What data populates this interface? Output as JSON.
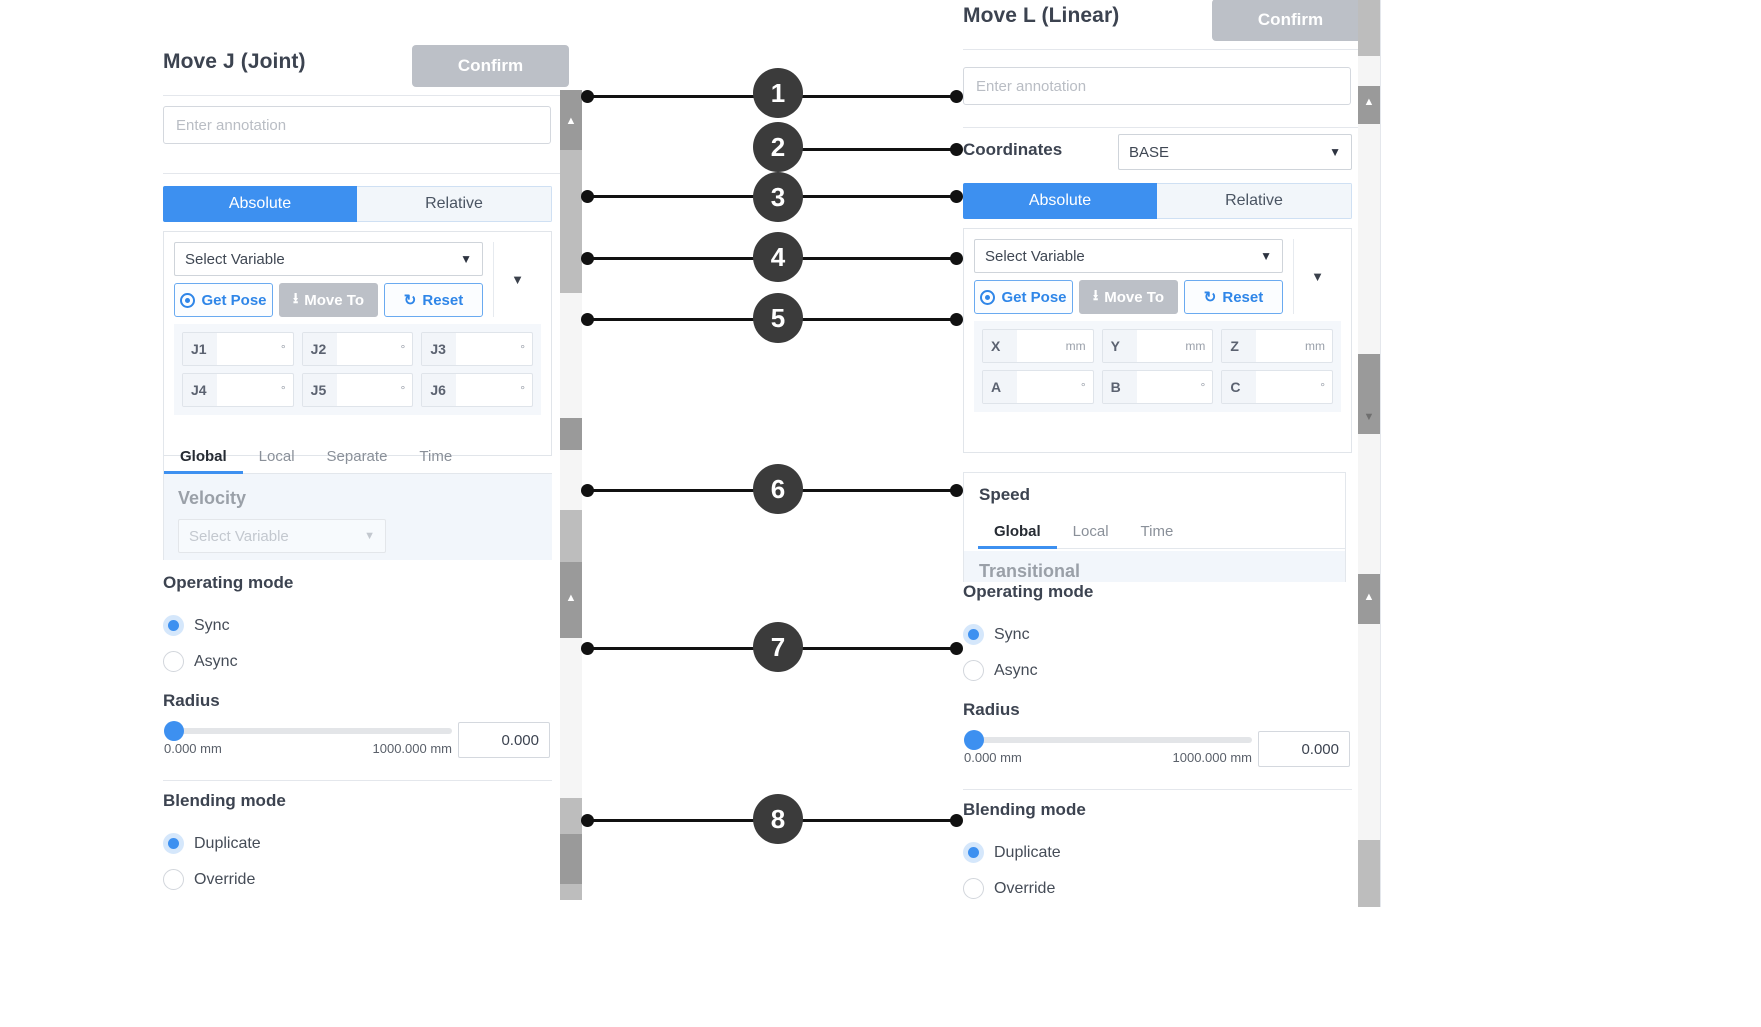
{
  "left_panel": {
    "title": "Move J (Joint)",
    "confirm_label": "Confirm",
    "annotation_placeholder": "Enter annotation",
    "mode_tabs": {
      "absolute": "Absolute",
      "relative": "Relative"
    },
    "variable_select": {
      "value": "Select Variable",
      "caret": "chevron-down-icon"
    },
    "buttons": {
      "get_pose": "Get Pose",
      "move_to": "Move To",
      "reset": "Reset"
    },
    "joint_fields": [
      {
        "label": "J1",
        "value": "",
        "unit": "°"
      },
      {
        "label": "J2",
        "value": "",
        "unit": "°"
      },
      {
        "label": "J3",
        "value": "",
        "unit": "°"
      },
      {
        "label": "J4",
        "value": "",
        "unit": "°"
      },
      {
        "label": "J5",
        "value": "",
        "unit": "°"
      },
      {
        "label": "J6",
        "value": "",
        "unit": "°"
      }
    ],
    "speed_tabs": [
      "Global",
      "Local",
      "Separate",
      "Time"
    ],
    "speed_active_tab": "Global",
    "velocity_title": "Velocity",
    "velocity_select": "Select Variable",
    "operating_mode": {
      "heading": "Operating mode",
      "options": [
        "Sync",
        "Async"
      ],
      "selected": "Sync"
    },
    "radius": {
      "heading": "Radius",
      "min_label": "0.000 mm",
      "max_label": "1000.000 mm",
      "value": "0.000"
    },
    "blending_mode": {
      "heading": "Blending mode",
      "options": [
        "Duplicate",
        "Override"
      ],
      "selected": "Duplicate"
    }
  },
  "right_panel": {
    "title": "Move L (Linear)",
    "confirm_label": "Confirm",
    "annotation_placeholder": "Enter annotation",
    "coordinates": {
      "label": "Coordinates",
      "value": "BASE",
      "caret": "chevron-down-icon"
    },
    "mode_tabs": {
      "absolute": "Absolute",
      "relative": "Relative"
    },
    "variable_select": {
      "value": "Select Variable",
      "caret": "chevron-down-icon"
    },
    "buttons": {
      "get_pose": "Get Pose",
      "move_to": "Move To",
      "reset": "Reset"
    },
    "pose_fields": [
      {
        "label": "X",
        "value": "",
        "unit": "mm"
      },
      {
        "label": "Y",
        "value": "",
        "unit": "mm"
      },
      {
        "label": "Z",
        "value": "",
        "unit": "mm"
      },
      {
        "label": "A",
        "value": "",
        "unit": "°"
      },
      {
        "label": "B",
        "value": "",
        "unit": "°"
      },
      {
        "label": "C",
        "value": "",
        "unit": "°"
      }
    ],
    "speed_heading": "Speed",
    "speed_tabs": [
      "Global",
      "Local",
      "Time"
    ],
    "speed_active_tab": "Global",
    "transitional_title": "Transitional",
    "operating_mode": {
      "heading": "Operating mode",
      "options": [
        "Sync",
        "Async"
      ],
      "selected": "Sync"
    },
    "radius": {
      "heading": "Radius",
      "min_label": "0.000 mm",
      "max_label": "1000.000 mm",
      "value": "0.000"
    },
    "blending_mode": {
      "heading": "Blending mode",
      "options": [
        "Duplicate",
        "Override"
      ],
      "selected": "Duplicate"
    }
  },
  "callouts": [
    {
      "number": "1"
    },
    {
      "number": "2"
    },
    {
      "number": "3"
    },
    {
      "number": "4"
    },
    {
      "number": "5"
    },
    {
      "number": "6"
    },
    {
      "number": "7"
    },
    {
      "number": "8"
    }
  ],
  "colors": {
    "accent_blue": "#3d90f0",
    "confirm_grey": "#bcc0c7",
    "callout_dark": "#3b3b3b",
    "pane_bg": "#f2f6fb"
  }
}
